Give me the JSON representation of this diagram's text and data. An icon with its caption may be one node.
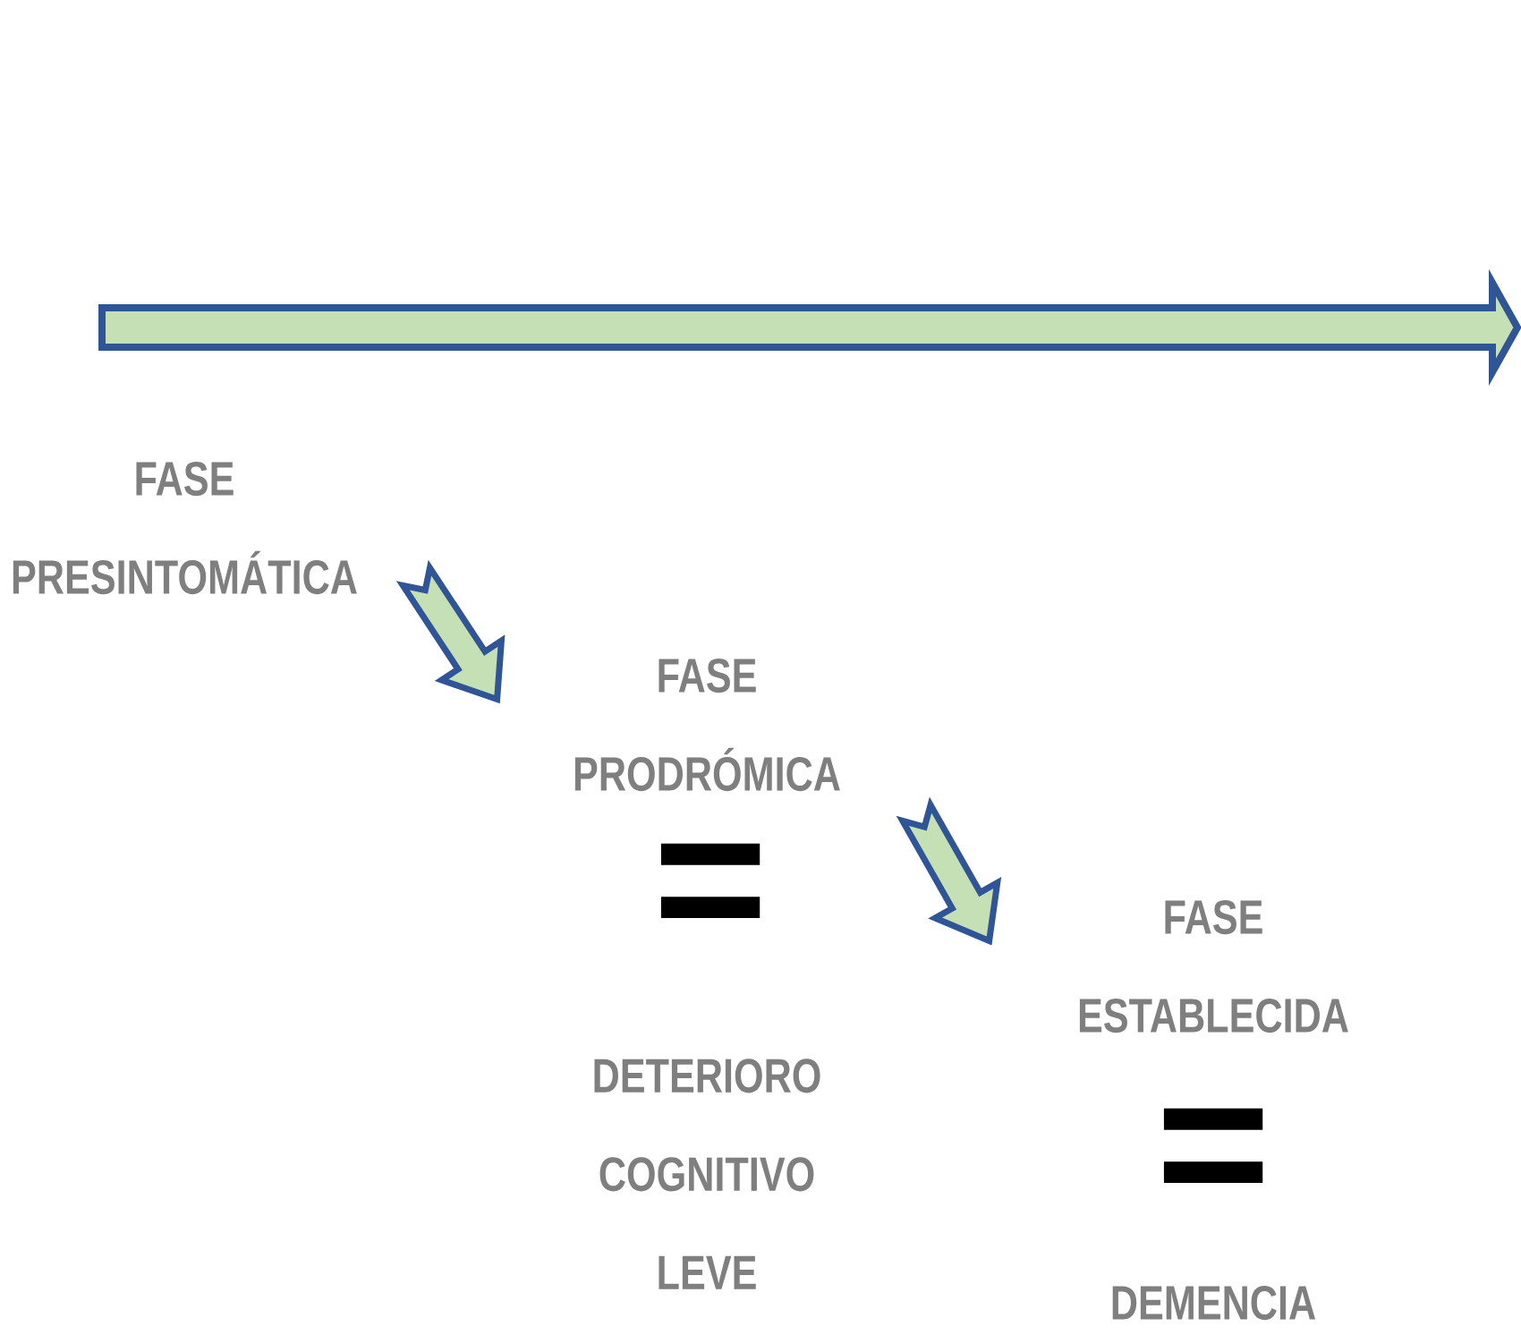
{
  "diagram": {
    "nodes": [
      {
        "text": [
          "FASE PRESINTOMÁTICA"
        ]
      },
      {
        "text": [
          "FASE PRODRÓMICA"
        ]
      },
      {
        "text": [
          "DETERIORO COGNITIVO LEVE"
        ]
      },
      {
        "text": [
          "FASE ESTABLECIDA"
        ]
      },
      {
        "text": [
          "DEMENCIA"
        ]
      }
    ],
    "edges": [
      {
        "from": 0,
        "to": 1,
        "arrow": "to"
      },
      {
        "from": 1,
        "to": 3,
        "arrow": "to"
      }
    ],
    "labels": [
      "=",
      "="
    ]
  }
}
